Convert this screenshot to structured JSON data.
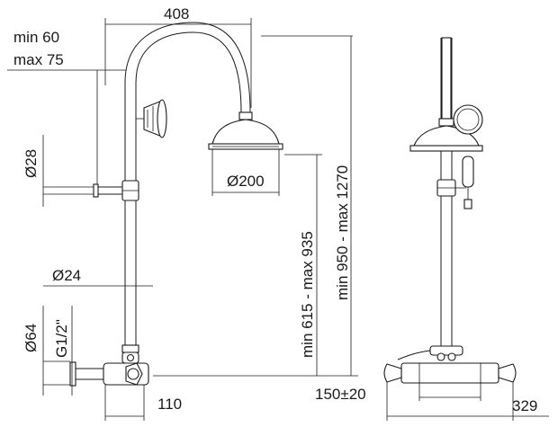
{
  "dimensions": {
    "arm_reach": "408",
    "wall_distance_min": "min 60",
    "wall_distance_max": "max 75",
    "bracket_diameter": "Ø28",
    "head_diameter": "Ø200",
    "riser_diameter": "Ø24",
    "rosette_diameter": "Ø64",
    "inlet_thread": "G1/2\"",
    "head_height_range": "min 615 - max 935",
    "total_height_range": "min 950 - max 1270",
    "mixer_depth": "110",
    "inlet_spacing": "150±20",
    "mixer_width": "329"
  },
  "colors": {
    "line": "#1a1a1a",
    "background": "#ffffff"
  }
}
